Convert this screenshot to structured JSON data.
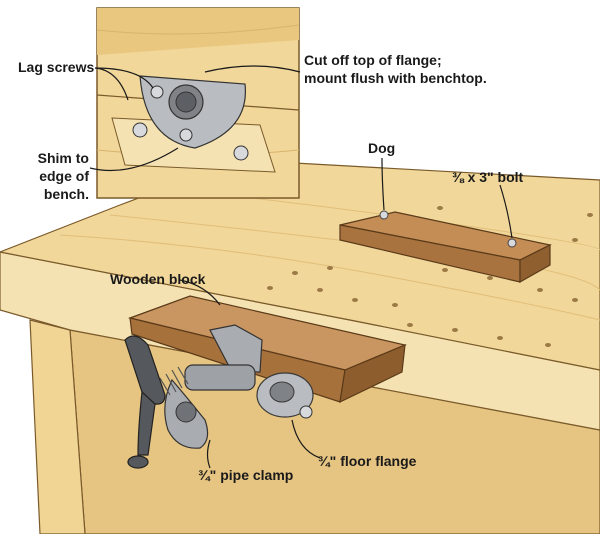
{
  "labels": {
    "lag_screws": "Lag screws",
    "cut_off_line1": "Cut off top of flange;",
    "cut_off_line2": "mount flush with benchtop.",
    "shim_line1": "Shim to",
    "shim_line2": "edge of",
    "shim_line3": "bench.",
    "dog": "Dog",
    "bolt": "⅜ x 3\" bolt",
    "wooden_block": "Wooden block",
    "pipe_clamp": "¾\" pipe clamp",
    "floor_flange": "¾\" floor flange"
  },
  "colors": {
    "bench_top": "#f2d79a",
    "bench_front": "#f6e3b4",
    "bench_base": "#e8c989",
    "wood_block": "#b8834f",
    "wood_block_top": "#c99560",
    "clamp_metal": "#9ea1a6",
    "flange_metal": "#b9bcc0",
    "leader_line": "#1a1a1a"
  }
}
